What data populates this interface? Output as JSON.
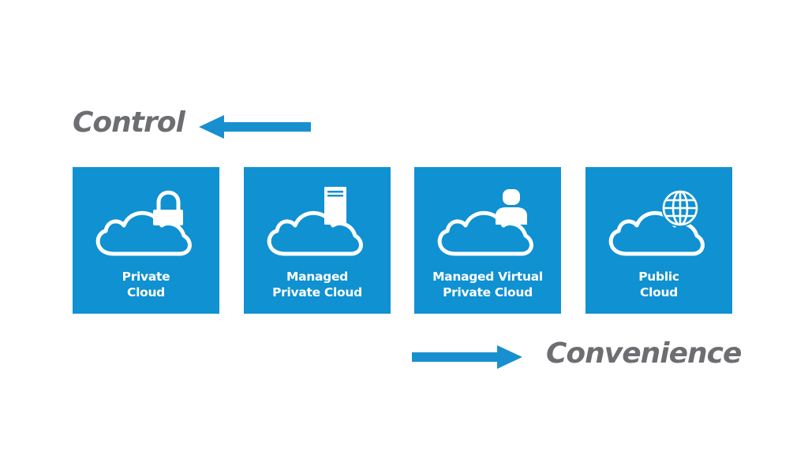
{
  "control": {
    "label": "Control"
  },
  "convenience": {
    "label": "Convenience"
  },
  "colors": {
    "tile": "#0f91d2",
    "arrow": "#1890cf",
    "label": "#6d6e71"
  },
  "tiles": [
    {
      "line1": "Private",
      "line2": "Cloud",
      "icon": "cloud-lock-icon"
    },
    {
      "line1": "Managed",
      "line2": "Private Cloud",
      "icon": "cloud-server-icon"
    },
    {
      "line1": "Managed Virtual",
      "line2": "Private Cloud",
      "icon": "cloud-user-icon"
    },
    {
      "line1": "Public",
      "line2": "Cloud",
      "icon": "cloud-globe-icon"
    }
  ]
}
